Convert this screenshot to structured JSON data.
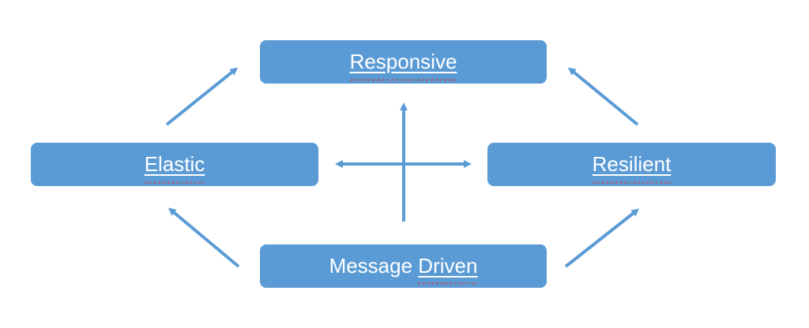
{
  "nodes": {
    "responsive": "Responsive",
    "elastic": "Elastic",
    "resilient": "Resilient",
    "message_driven_word1": "Message",
    "message_driven_word2": "Driven"
  },
  "colors": {
    "box_fill": "#5b9bd5",
    "text": "#ffffff",
    "arrow": "#5b9bd5",
    "spellcheck": "#e03030"
  }
}
